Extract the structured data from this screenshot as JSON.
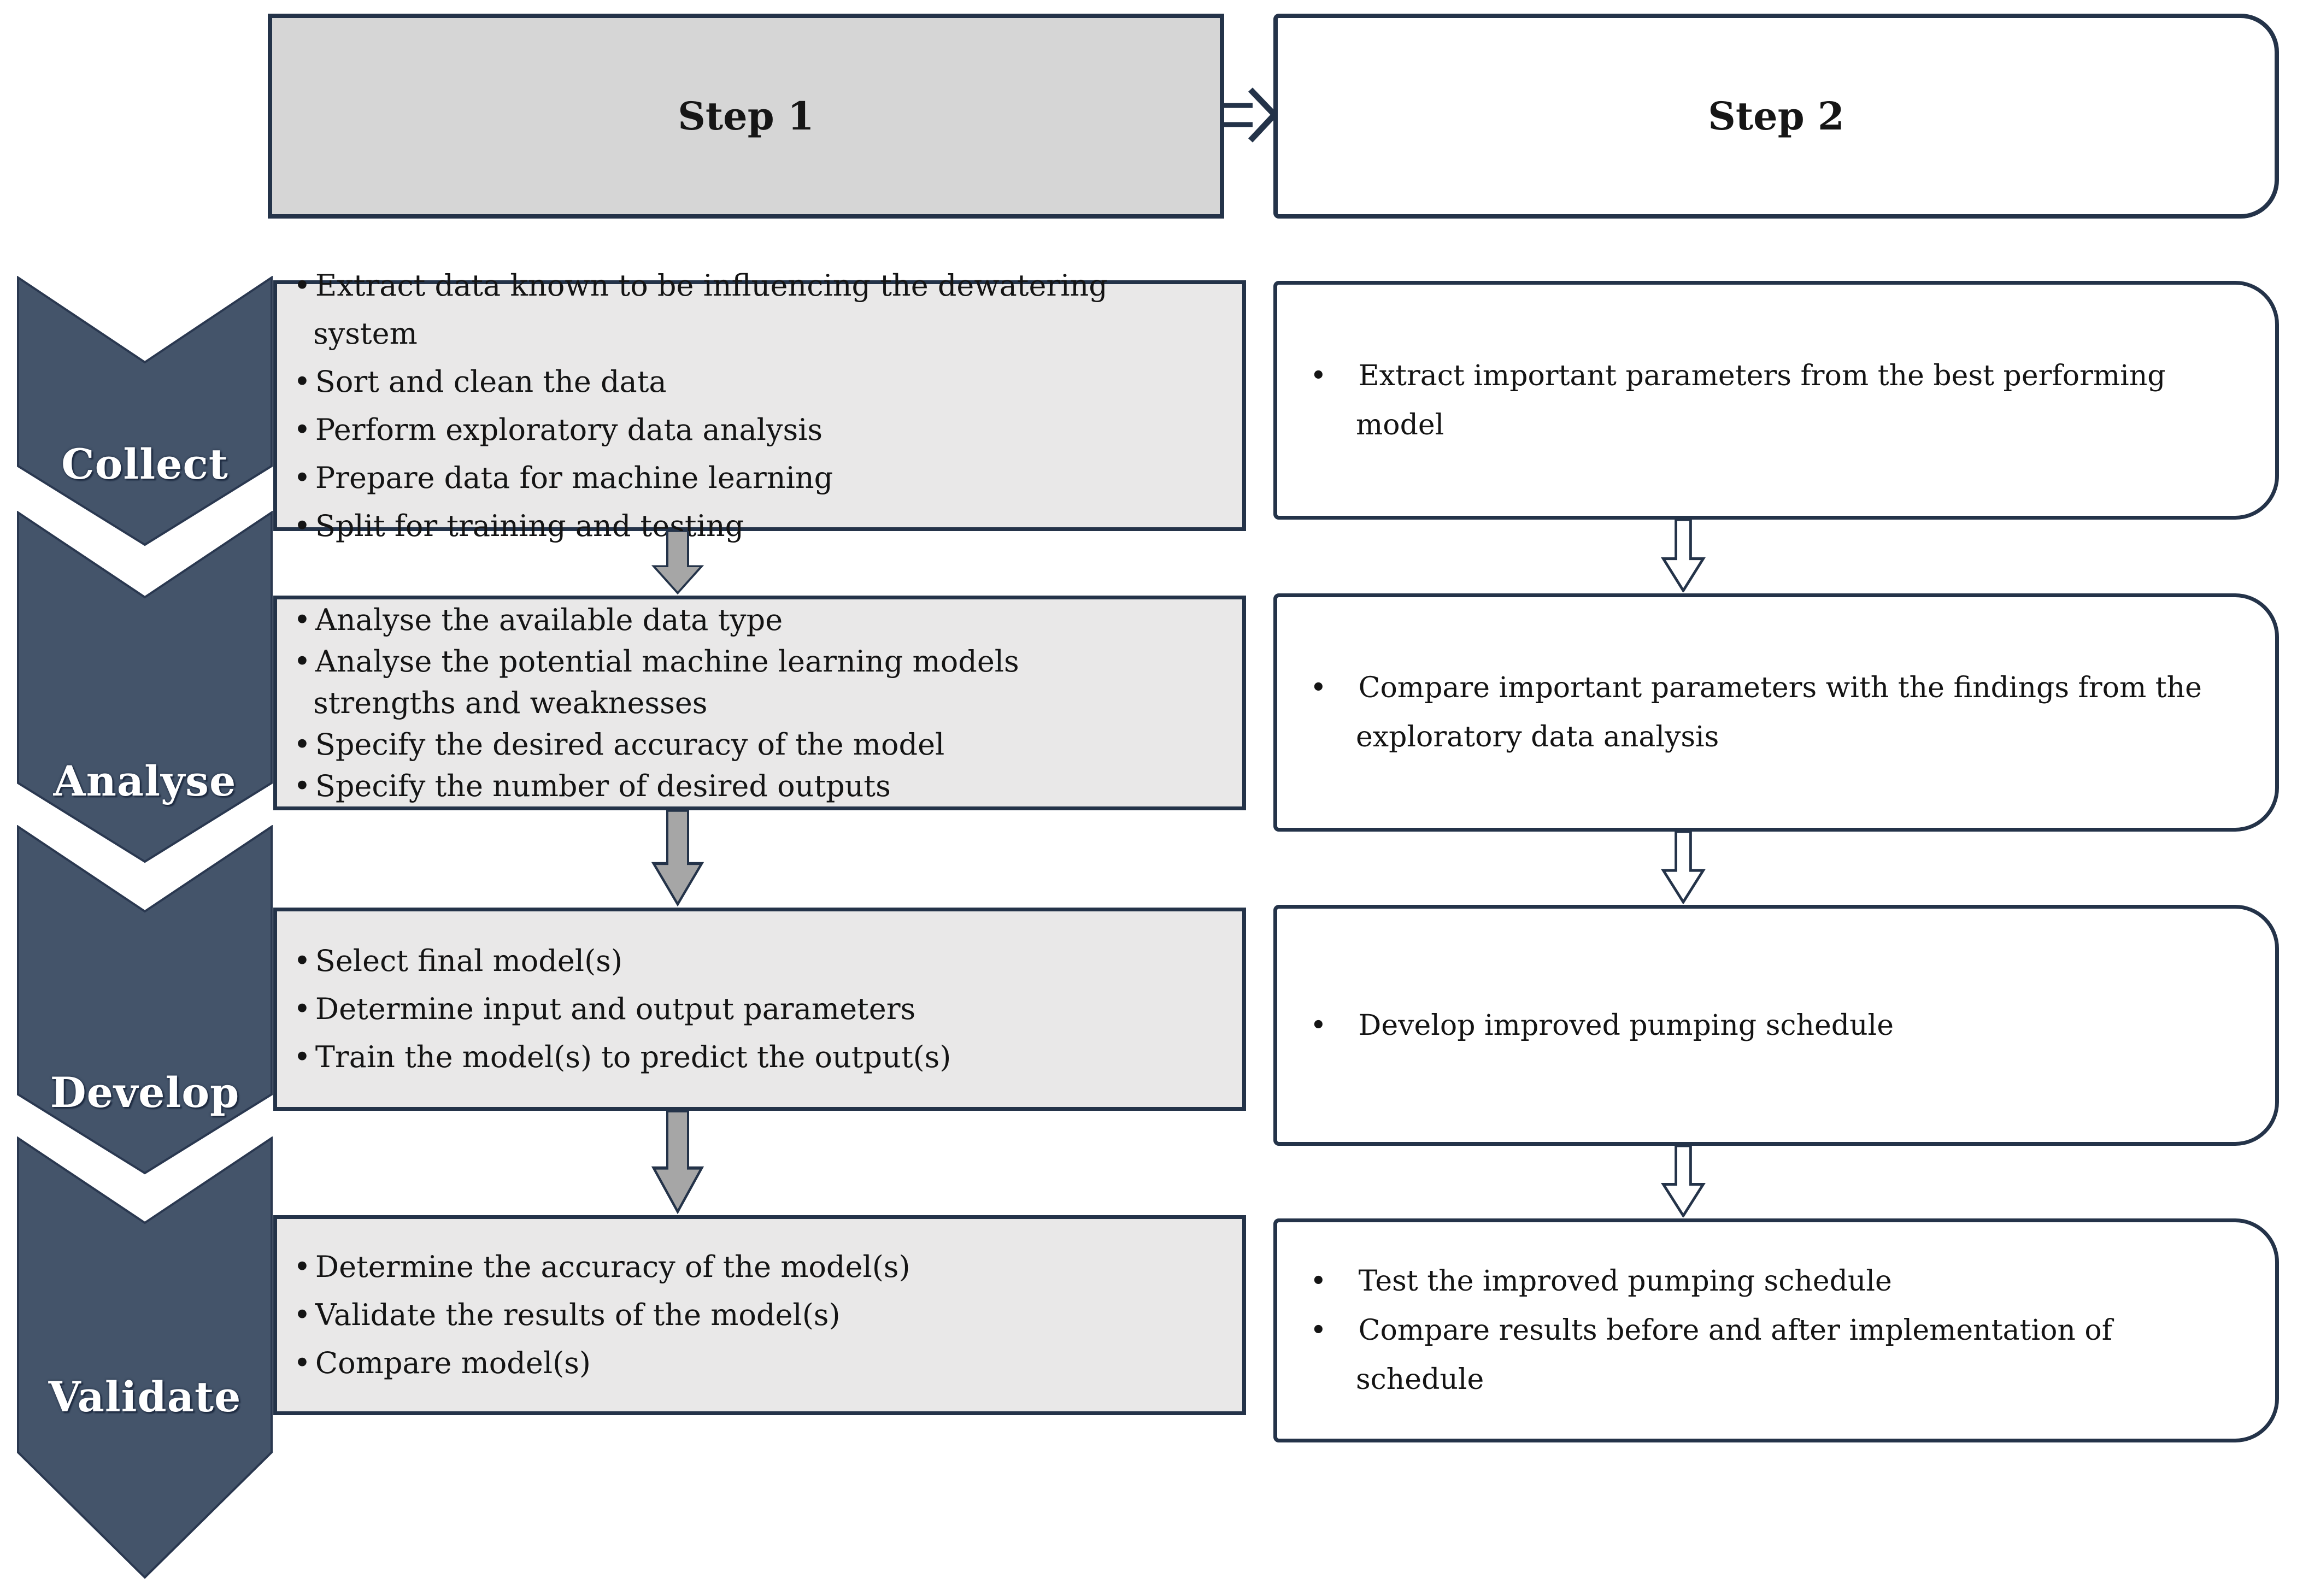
{
  "header": {
    "step1_label": "Step 1",
    "step2_label": "Step 2",
    "arrow_icon": "right-open-arrow ⇒"
  },
  "phases": [
    {
      "label": "Collect",
      "step1_bullets": [
        "Extract data known to be influencing the dewatering system",
        "Sort and clean the data",
        "Perform exploratory data analysis",
        "Prepare data for machine learning",
        "Split for training and testing"
      ],
      "step2_bullets": [
        "Extract important parameters from the best performing model"
      ]
    },
    {
      "label": "Analyse",
      "step1_bullets": [
        "Analyse the available data type",
        "Analyse the potential machine learning models strengths and weaknesses",
        "Specify the desired accuracy of the model",
        "Specify the number of desired outputs"
      ],
      "step2_bullets": [
        "Compare important parameters with the findings from the exploratory data analysis"
      ]
    },
    {
      "label": "Develop",
      "step1_bullets": [
        "Select final model(s)",
        "Determine input and output parameters",
        "Train the model(s) to predict the output(s)"
      ],
      "step2_bullets": [
        "Develop improved pumping schedule"
      ]
    },
    {
      "label": "Validate",
      "step1_bullets": [
        "Determine the accuracy of the model(s)",
        "Validate the results of the model(s)",
        "Compare model(s)"
      ],
      "step2_bullets": [
        "Test the improved pumping schedule",
        "Compare results before and after implementation of schedule"
      ]
    }
  ],
  "icons": {
    "header_arrow": "double-line-right-arrow ⇒",
    "step1_flow_arrow": "gray-down-block-arrow ⬇",
    "step2_flow_arrow": "outline-down-block-arrow ⇩"
  },
  "colors": {
    "chevron_fill": "#44546A",
    "chevron_border": "#2A3850",
    "box_border": "#243349",
    "step1_header_fill": "#D6D6D6",
    "step1_box_fill": "#E9E8E8",
    "step2_box_fill": "#FFFFFF",
    "arrow_gray_fill": "#A6A6A6",
    "bullet_text": "#141414",
    "phase_label_text": "#FFFFFF"
  }
}
